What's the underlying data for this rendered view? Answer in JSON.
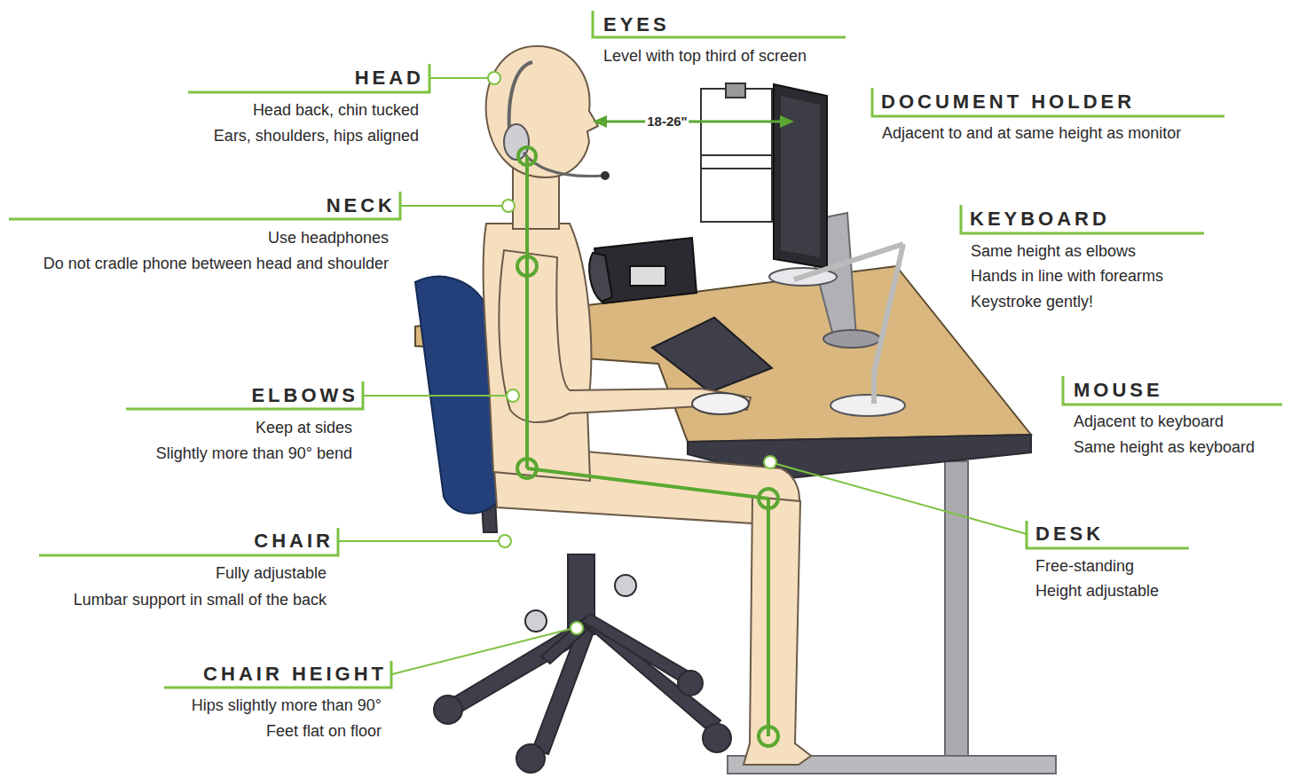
{
  "diagram": {
    "labels": [
      "EYES",
      "Level with top third of screen",
      "HEAD",
      "Head back, chin tucked",
      "Ears, shoulders, hips aligned",
      "DOCUMENT HOLDER",
      "Adjacent to and at same height as monitor",
      "18-26\"",
      "NECK",
      "Use headphones",
      "Do not cradle phone between head and shoulder",
      "KEYBOARD",
      "Same height as elbows",
      "Hands in line with forearms",
      "Keystroke gently!",
      "ELBOWS",
      "Keep at sides",
      "Slightly more than 90° bend",
      "MOUSE",
      "Adjacent to keyboard",
      "Same height as keyboard",
      "DESK",
      "Free-standing",
      "Height adjustable",
      "CHAIR",
      "Fully adjustable",
      "Lumbar support in small of the back",
      "CHAIR HEIGHT",
      "Hips slightly more than 90°",
      "Feet flat on floor"
    ]
  }
}
